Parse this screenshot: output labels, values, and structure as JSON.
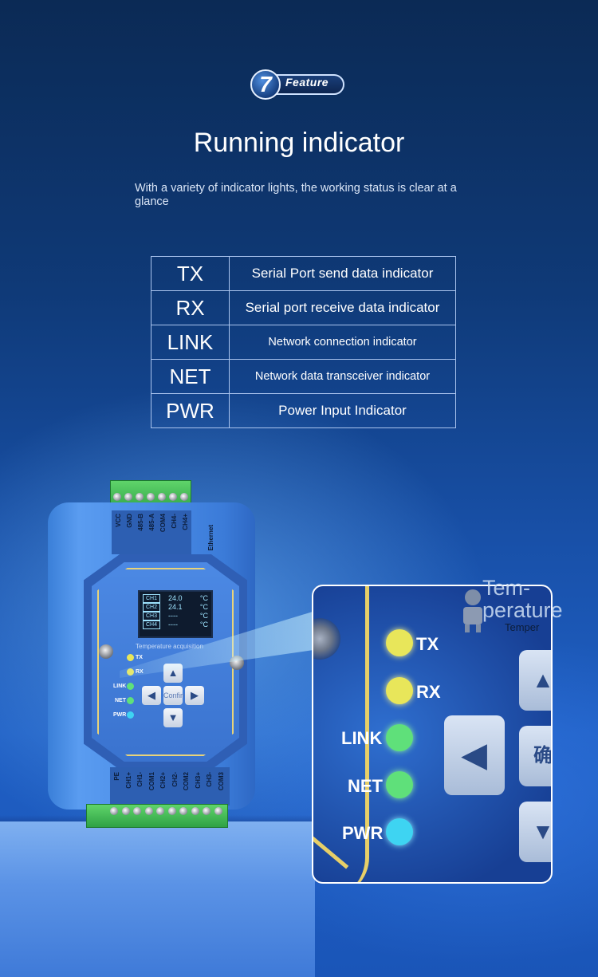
{
  "badge": {
    "number": "7",
    "label": "Feature"
  },
  "title": "Running indicator",
  "subtitle": "With a variety of indicator lights, the working status is clear at a glance",
  "indicators": [
    {
      "code": "TX",
      "description": "Serial Port send data indicator"
    },
    {
      "code": "RX",
      "description": "Serial port receive data indicator"
    },
    {
      "code": "LINK",
      "description": "Network connection indicator"
    },
    {
      "code": "NET",
      "description": "Network data transceiver indicator"
    },
    {
      "code": "PWR",
      "description": "Power Input Indicator"
    }
  ],
  "device": {
    "top_pins": [
      "VCC",
      "GND",
      "485-B",
      "485-A",
      "COM4",
      "CH4-",
      "CH4+"
    ],
    "ethernet_label": "Ethernet",
    "bottom_pins": [
      "PE",
      "CH1+",
      "CH1-",
      "COM1",
      "CH2+",
      "CH2-",
      "COM2",
      "CH3+",
      "CH3-",
      "COM3"
    ],
    "lcd_rows": [
      {
        "ch": "CH1",
        "value": "24.0",
        "unit": "°C"
      },
      {
        "ch": "CH2",
        "value": "24.1",
        "unit": "°C"
      },
      {
        "ch": "CH3",
        "value": "----",
        "unit": "°C"
      },
      {
        "ch": "CH4",
        "value": "----",
        "unit": "°C"
      }
    ],
    "caption": "Temperature acquisition",
    "leds": [
      "TX",
      "RX",
      "LINK",
      "NET",
      "PWR"
    ],
    "center_key": "Confirm"
  },
  "zoom": {
    "leds": [
      "TX",
      "RX",
      "LINK",
      "NET",
      "PWR"
    ],
    "overlay_text": "Tem-\nperature",
    "partial_label": "Temper",
    "partial_key_char": "确"
  },
  "colors": {
    "led_yellow": "#e8e65a",
    "led_green": "#5fe07a",
    "led_cyan": "#3ed4f2"
  }
}
